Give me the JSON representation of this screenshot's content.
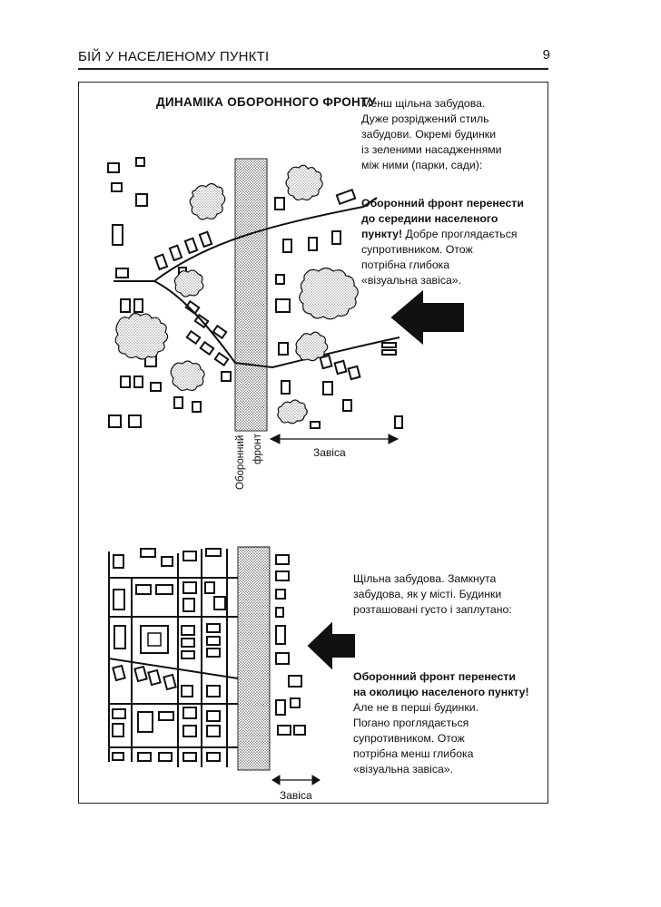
{
  "header": {
    "title": "БІЙ У НАСЕЛЕНОМУ ПУНКТІ",
    "page": "9"
  },
  "diagram": {
    "title": "ДИНАМІКА ОБОРОННОГО ФРОНТУ",
    "top": {
      "desc_lines": [
        "Менш щільна забудова.",
        "Дуже розріджений стиль",
        "забудови. Окремі будинки",
        "із зеленими насадженнями",
        "між ними (парки, сади):"
      ],
      "bold_lines": [
        "Оборонний фронт перенести",
        "до середини населеного",
        "пункту!"
      ],
      "bold_tail": " Добре проглядається",
      "rest_lines": [
        "супротивником.  Отож",
        "потрібна глибока",
        "«візуальна завіса»."
      ],
      "front_label_1": "Оборонний",
      "front_label_2": "фронт",
      "zavisa_label": "Завіса"
    },
    "bottom": {
      "desc_lines": [
        "Щільна забудова. Замкнута",
        "забудова, як у місті. Будинки",
        "розташовані густо і заплутано:"
      ],
      "bold_lines": [
        "Оборонний фронт перенести",
        "на околицю населеного пункту!"
      ],
      "rest_lines": [
        "Але не в перші будинки.",
        "Погано проглядається",
        "супротивником. Отож",
        "потрібна менш глибока",
        " «візуальна завіса»."
      ],
      "zavisa_label": "Завіса"
    }
  }
}
